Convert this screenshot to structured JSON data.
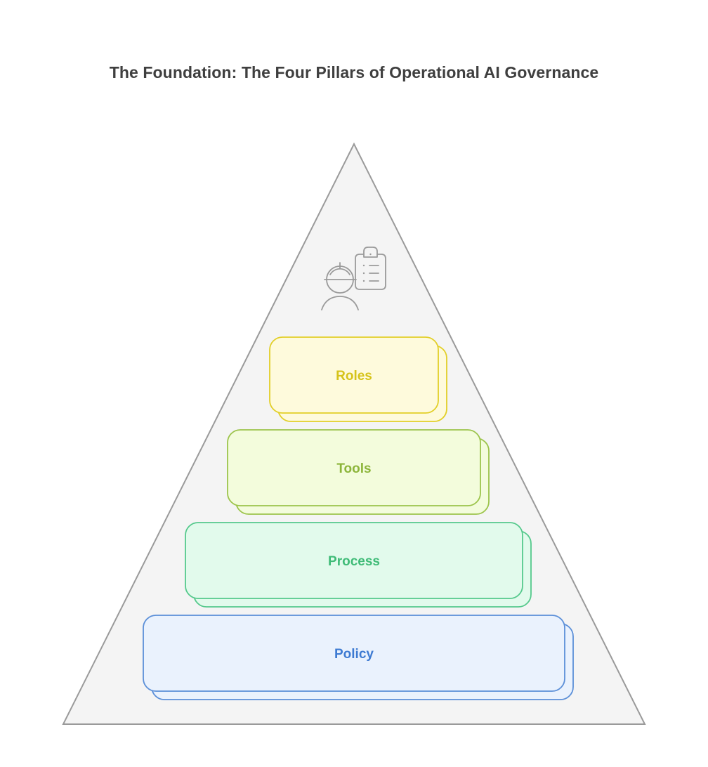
{
  "title": "The Foundation: The Four Pillars of Operational AI Governance",
  "icon": "worker-with-clipboard-icon",
  "layers": [
    {
      "label": "Roles",
      "stroke": "#e2cf28",
      "fill": "#fefadc",
      "text_color": "#d6c31a"
    },
    {
      "label": "Tools",
      "stroke": "#9cc44b",
      "fill": "#f3fcdc",
      "text_color": "#8cb53a"
    },
    {
      "label": "Process",
      "stroke": "#55c98c",
      "fill": "#e2faec",
      "text_color": "#3fbb77"
    },
    {
      "label": "Policy",
      "stroke": "#5b8fd8",
      "fill": "#eaf2fd",
      "text_color": "#3e7bd2"
    }
  ],
  "pyramid": {
    "stroke": "#9a9a9a",
    "fill": "#f4f4f4"
  }
}
